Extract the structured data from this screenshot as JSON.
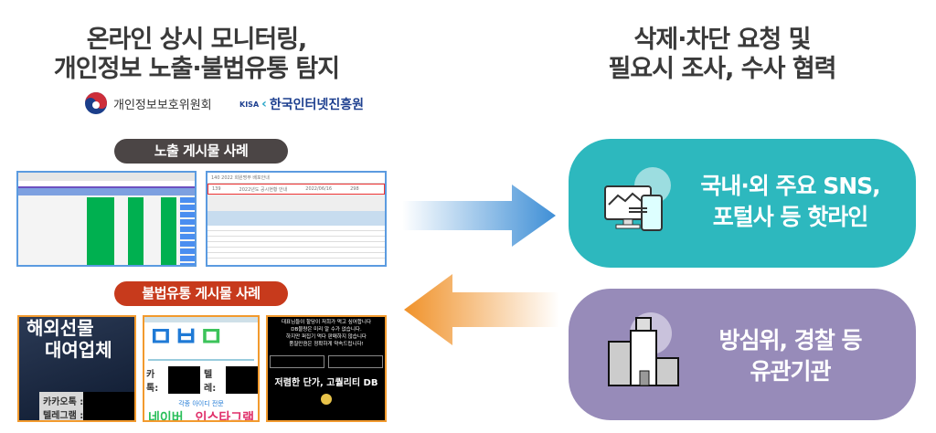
{
  "left_heading": {
    "line1": "온라인 상시 모니터링,",
    "line2": "개인정보 노출·불법유통 탐지"
  },
  "right_heading": {
    "line1": "삭제·차단 요청 및",
    "line2": "필요시 조사, 수사 협력"
  },
  "logos": {
    "pipc": "개인정보보호위원회",
    "kisa_abbr": "KISA",
    "kisa": "한국인터넷진흥원"
  },
  "exposure": {
    "label": "노출 게시물 사례",
    "rows": [
      "139",
      "2022년도 공시현황 안내",
      "2022/06/16",
      "298"
    ]
  },
  "illegal": {
    "label": "불법유통 게시물 사례",
    "img1": {
      "title1": "해외선물",
      "title2": "대여업체",
      "kakao": "카카오톡 :",
      "tele": "텔레그램 :"
    },
    "img2": {
      "kakao": "카톡:",
      "tele": "텔레:",
      "sub": "각종 아이디 전문",
      "naver": "네이버",
      "insta": "인스타그램"
    },
    "img3": {
      "l1": "대표님들이 할당이 저희가 먹고 싶어합니다",
      "l2": "DB물량은 미리 알 수가 없습니다.",
      "l3": "하지만 퍼집기 먹다 판매하지 않습니다",
      "l4": "품질만큼은 정확하게 약속드립니다!",
      "main": "저렴한 단가, 고퀄리티 DB"
    }
  },
  "boxes": [
    {
      "line1": "국내·외 주요 SNS,",
      "line2": "포털사 등 핫라인",
      "icon": "monitor-phone-icon",
      "color": "#2db8be"
    },
    {
      "line1": "방심위, 경찰 등",
      "line2": "유관기관",
      "icon": "building-icon",
      "color": "#978bb9"
    }
  ],
  "colors": {
    "blue_arrow": "#3f8fd6",
    "orange_arrow": "#f0922a",
    "pill_dark": "#4b4545",
    "pill_red": "#c73a1c"
  }
}
